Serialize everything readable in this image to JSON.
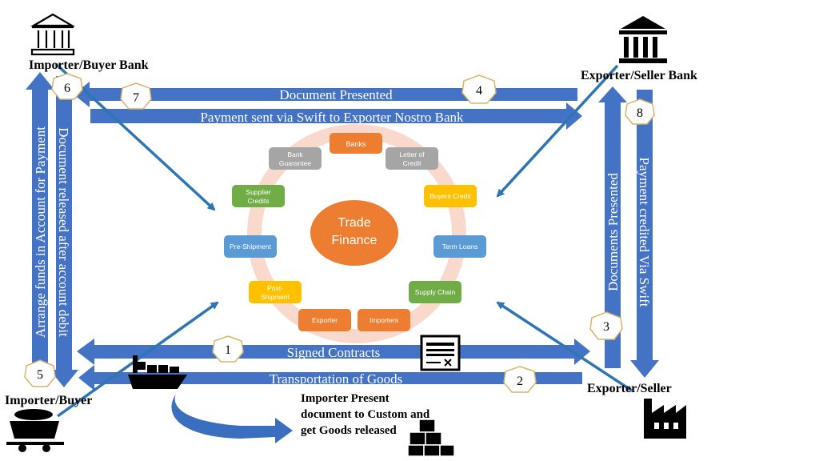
{
  "parties": {
    "importer_bank": "Importer/Buyer Bank",
    "exporter_bank": "Exporter/Seller Bank",
    "importer": "Importer/Buyer",
    "exporter": "Exporter/Seller"
  },
  "flows": {
    "document_presented": "Document Presented",
    "payment_sent": "Payment sent via Swift to Exporter Nostro Bank",
    "signed_contracts": "Signed Contracts",
    "transportation": "Transportation of Goods",
    "arrange_funds": "Arrange funds in Account for Payment",
    "document_released": "Document released after account debit",
    "documents_presented": "Documents Presented",
    "payment_credited": "Payment credited Via Swift"
  },
  "steps": [
    "1",
    "2",
    "3",
    "4",
    "5",
    "6",
    "7",
    "8"
  ],
  "custom_note": [
    "Importer Present",
    "document to Custom and",
    "get Goods released"
  ],
  "center": {
    "line1": "Trade",
    "line2": "Finance"
  },
  "cycle": {
    "banks": "Banks",
    "letter_of_credit": [
      "Letter of",
      "Credit"
    ],
    "buyers_credit": "Buyers Credit",
    "term_loans": "Term Loans",
    "supply_chain": "Supply Chain",
    "importers": "Importers",
    "exporter": "Exporter",
    "post_shipment": [
      "Post-",
      "Shipment"
    ],
    "pre_shipment": "Pre-Shipment",
    "supplier_credits": [
      "Supplier",
      "Credits"
    ],
    "bank_guarantee": [
      "Bank",
      "Guarantee"
    ]
  },
  "colors": {
    "flow_blue": "#4472c4",
    "arrow_blue": "#2e75b6",
    "badge_stroke": "#d4b56a",
    "center_orange": "#ed7d31",
    "orange": "#ed7d31",
    "gray": "#a5a5a5",
    "yellow": "#ffc000",
    "light_blue": "#5b9bd5",
    "green": "#70ad47",
    "ring": "#f8d9cc"
  }
}
